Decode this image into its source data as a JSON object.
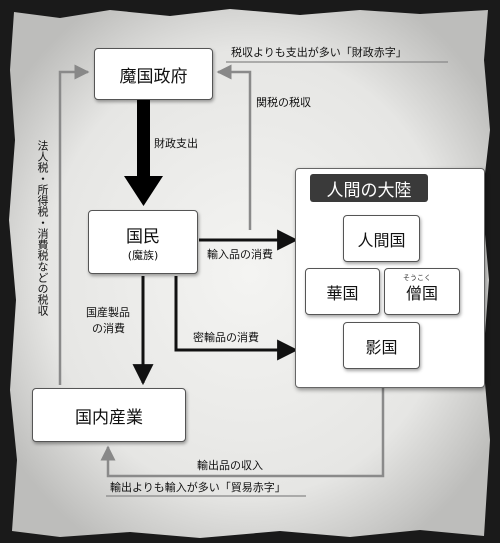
{
  "nodes": {
    "demon_government": "魔国政府",
    "citizens": "国民",
    "citizens_sub": "(魔族)",
    "domestic_industry": "国内産業",
    "human_continent": "人間の大陸",
    "human_country": "人間国",
    "ka_country": "華国",
    "so_country": "僧国",
    "so_country_ruby": "そうこく",
    "ei_country": "影国"
  },
  "edges": {
    "fiscal_spending": "財政支出",
    "customs_revenue": "関税の税収",
    "import_consumption": "輸入品の消費",
    "domestic_consumption_l1": "国産製品",
    "domestic_consumption_l2": "の消費",
    "smuggled_consumption": "密輸品の消費",
    "export_income": "輸出品の収入",
    "tax_vertical": "法人税・所得税・消費税などの税収"
  },
  "notes": {
    "fiscal_deficit": "税収よりも支出が多い「財政赤字」",
    "trade_deficit": "輸出よりも輸入が多い「貿易赤字」"
  }
}
